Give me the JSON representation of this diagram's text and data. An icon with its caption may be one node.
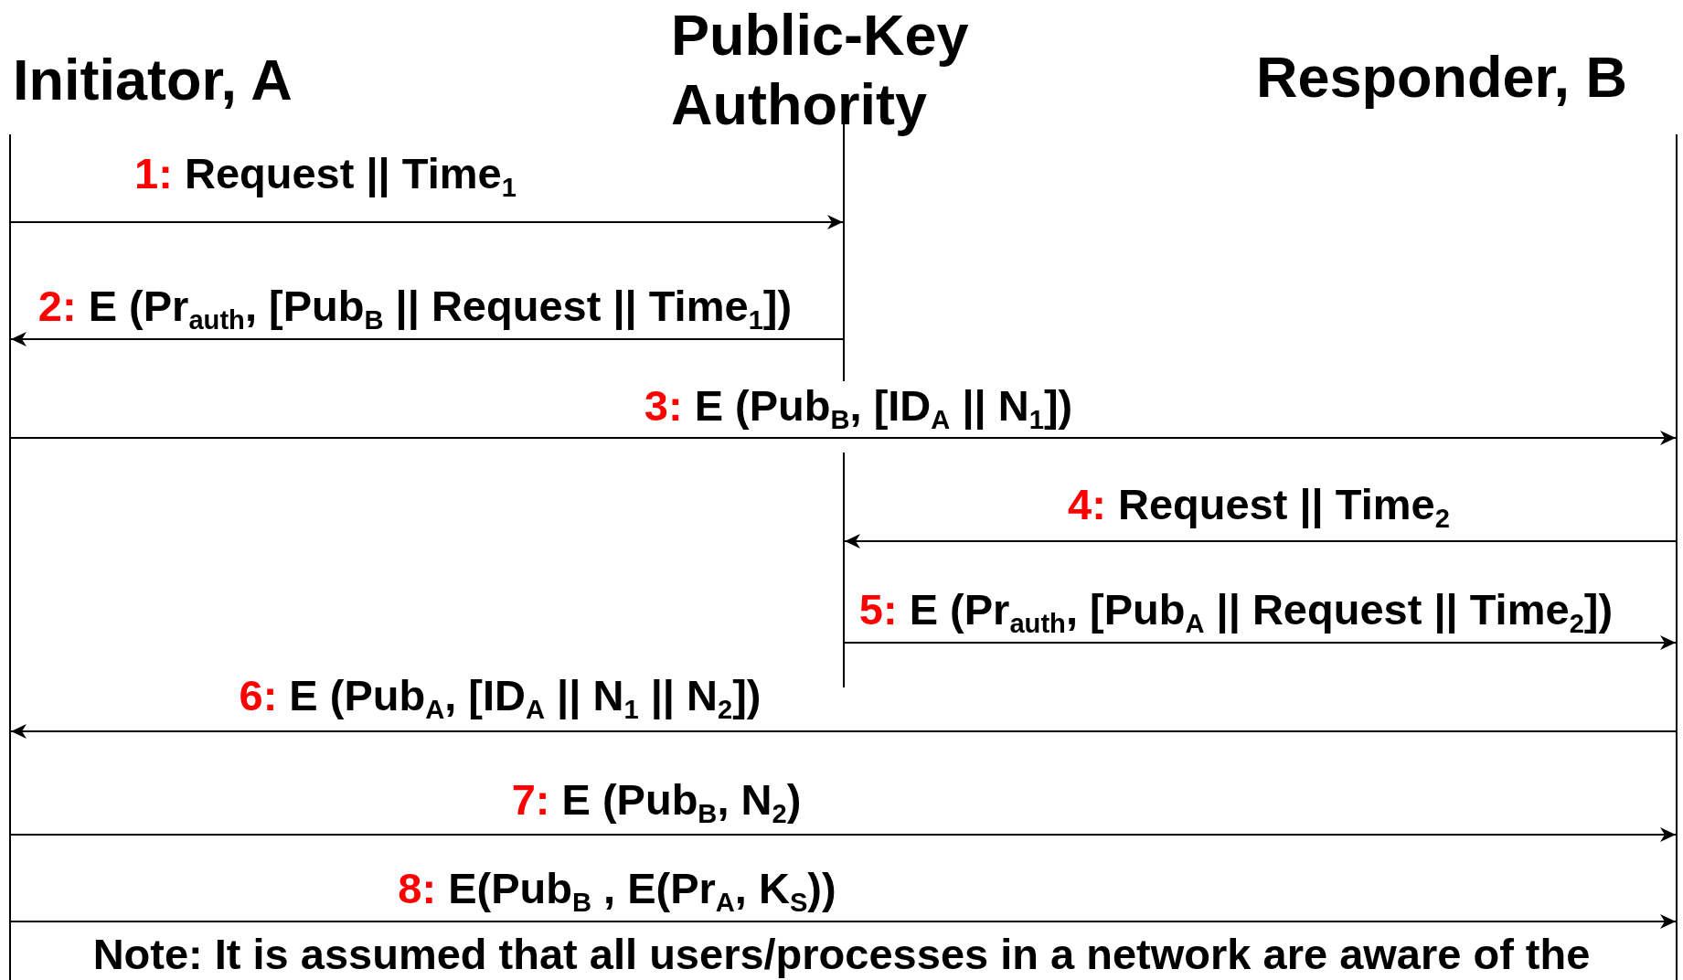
{
  "diagram": {
    "nodes": [
      {
        "text": [],
        "shape": "bar",
        "beside": [
          "Initiator, A"
        ]
      },
      {
        "text": [],
        "shape": "bar",
        "beside": [
          "Public-Key Authority"
        ]
      },
      {
        "text": [],
        "shape": "bar",
        "beside": [
          "Responder, B"
        ]
      }
    ],
    "edges": [
      {
        "from": 0,
        "to": 1,
        "arrow": "to",
        "label": "1: Request || Time$_{1}$"
      },
      {
        "from": 1,
        "to": 0,
        "arrow": "to",
        "label": "2: E (Pr$_{auth}$, [Pub$_{B}$ || Request || Time$_{1}$])"
      },
      {
        "from": 0,
        "to": 2,
        "arrow": "to",
        "label": "3: E (Pub$_{B}$, [ID$_{A}$ || N$_{1}$])"
      },
      {
        "from": 2,
        "to": 1,
        "arrow": "to",
        "label": "4: Request || Time$_{2}$"
      },
      {
        "from": 1,
        "to": 2,
        "arrow": "to",
        "label": "5: E (Pr$_{auth}$, [Pub$_{A}$ || Request || Time$_{2}$])"
      },
      {
        "from": 2,
        "to": 0,
        "arrow": "to",
        "label": "6: E (Pub$_{A}$, [ID$_{A}$ || N$_{1}$ || N$_{2}$])"
      },
      {
        "from": 0,
        "to": 2,
        "arrow": "to",
        "label": "7: E (Pub$_{B}$, N$_{2}$)"
      },
      {
        "from": 0,
        "to": 2,
        "arrow": "to",
        "label": "8: E(Pub$_{B}$ , E(Pr$_{A}$, K$_{S}$))"
      }
    ],
    "labels": [
      "Note: It is assumed that all users/processes in a network are aware of the"
    ]
  }
}
